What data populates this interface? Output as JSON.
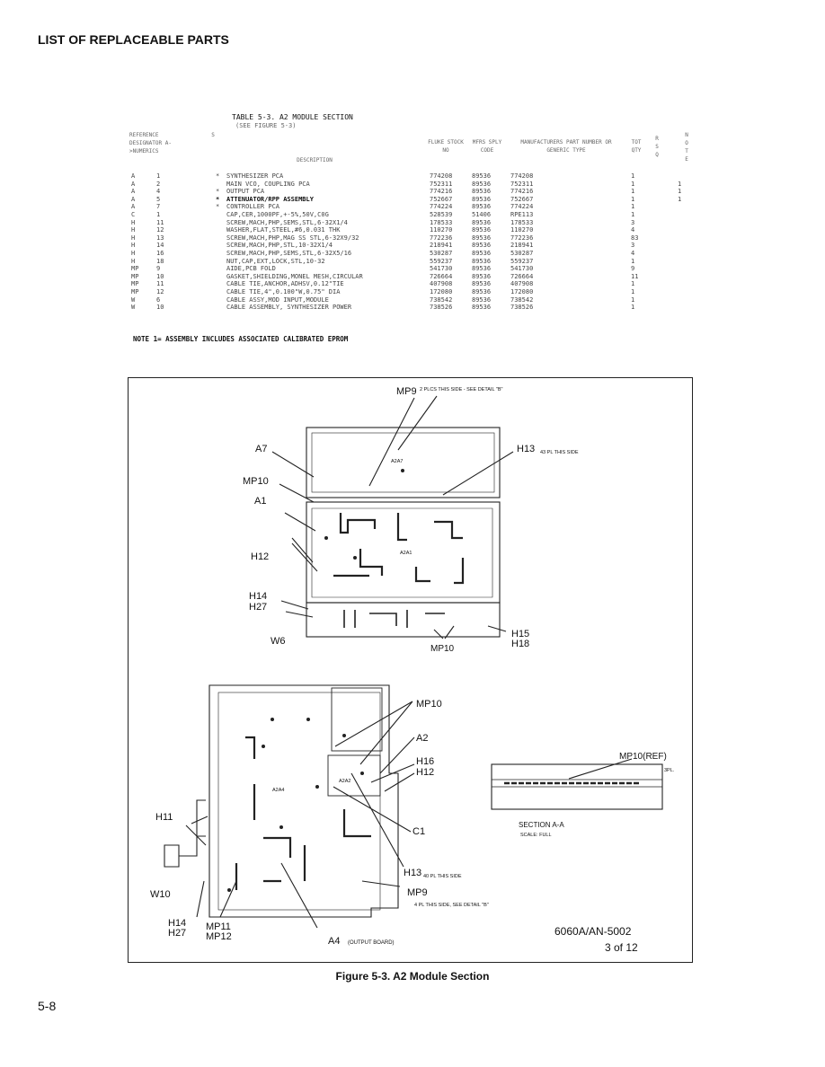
{
  "header": "LIST OF REPLACEABLE PARTS",
  "table": {
    "title": "TABLE 5-3. A2 MODULE SECTION",
    "subtitle": "(SEE FIGURE 5-3)",
    "columns": {
      "ref": "REFERENCE DESIGNATOR A->NUMERICS",
      "sd": "S",
      "desc": "DESCRIPTION",
      "stock": "FLUKE STOCK NO",
      "mfrs": "MFRS SPLY CODE",
      "mfr_part": "MANUFACTURERS PART NUMBER OR GENERIC TYPE",
      "qty": "TOT QTY",
      "rq": "R S Q",
      "note": "N O T E"
    },
    "rows": [
      {
        "ref": "A",
        "num": "1",
        "star": "*",
        "desc": "SYNTHESIZER PCA",
        "stock": "774208",
        "code": "89536",
        "mfr": "774208",
        "qty": "1",
        "n": ""
      },
      {
        "ref": "A",
        "num": "2",
        "star": "",
        "desc": "MAIN VCO, COUPLING PCA",
        "stock": "752311",
        "code": "89536",
        "mfr": "752311",
        "qty": "1",
        "n": "1"
      },
      {
        "ref": "A",
        "num": "4",
        "star": "*",
        "desc": "OUTPUT PCA",
        "stock": "774216",
        "code": "89536",
        "mfr": "774216",
        "qty": "1",
        "n": "1"
      },
      {
        "ref": "A",
        "num": "5",
        "star": "*",
        "desc": "ATTENUATOR/RPP ASSEMBLY",
        "stock": "752667",
        "code": "89536",
        "mfr": "752667",
        "qty": "1",
        "n": "1"
      },
      {
        "ref": "A",
        "num": "7",
        "star": "*",
        "desc": "CONTROLLER PCA",
        "stock": "774224",
        "code": "89536",
        "mfr": "774224",
        "qty": "1",
        "n": ""
      },
      {
        "ref": "C",
        "num": "1",
        "star": "",
        "desc": "CAP,CER,1000PF,+-5%,50V,C0G",
        "stock": "528539",
        "code": "51406",
        "mfr": "RPE113",
        "qty": "1",
        "n": ""
      },
      {
        "ref": "H",
        "num": "11",
        "star": "",
        "desc": "SCREW,MACH,PHP,SEMS,STL,6-32X1/4",
        "stock": "178533",
        "code": "89536",
        "mfr": "178533",
        "qty": "3",
        "n": ""
      },
      {
        "ref": "H",
        "num": "12",
        "star": "",
        "desc": "WASHER,FLAT,STEEL,#6,0.031 THK",
        "stock": "110270",
        "code": "89536",
        "mfr": "110270",
        "qty": "4",
        "n": ""
      },
      {
        "ref": "H",
        "num": "13",
        "star": "",
        "desc": "SCREW,MACH,PHP,MAG SS STL,6-32X9/32",
        "stock": "772236",
        "code": "89536",
        "mfr": "772236",
        "qty": "83",
        "n": ""
      },
      {
        "ref": "H",
        "num": "14",
        "star": "",
        "desc": "SCREW,MACH,PHP,STL,10-32X1/4",
        "stock": "218941",
        "code": "89536",
        "mfr": "218941",
        "qty": "3",
        "n": ""
      },
      {
        "ref": "H",
        "num": "16",
        "star": "",
        "desc": "SCREW,MACH,PHP,SEMS,STL,6-32X5/16",
        "stock": "530287",
        "code": "89536",
        "mfr": "530287",
        "qty": "4",
        "n": ""
      },
      {
        "ref": "H",
        "num": "18",
        "star": "",
        "desc": "NUT,CAP,EXT,LOCK,STL,10-32",
        "stock": "559237",
        "code": "89536",
        "mfr": "559237",
        "qty": "1",
        "n": ""
      },
      {
        "ref": "MP",
        "num": "9",
        "star": "",
        "desc": "AIDE,PCB FOLD",
        "stock": "541730",
        "code": "89536",
        "mfr": "541730",
        "qty": "9",
        "n": ""
      },
      {
        "ref": "MP",
        "num": "10",
        "star": "",
        "desc": "GASKET,SHIELDING,MONEL MESH,CIRCULAR",
        "stock": "726664",
        "code": "89536",
        "mfr": "726664",
        "qty": "11",
        "n": ""
      },
      {
        "ref": "MP",
        "num": "11",
        "star": "",
        "desc": "CABLE TIE,ANCHOR,ADHSV,0.12\"TIE",
        "stock": "407908",
        "code": "89536",
        "mfr": "407908",
        "qty": "1",
        "n": ""
      },
      {
        "ref": "MP",
        "num": "12",
        "star": "",
        "desc": "CABLE TIE,4\",0.100\"W,0.75\" DIA",
        "stock": "172080",
        "code": "89536",
        "mfr": "172080",
        "qty": "1",
        "n": ""
      },
      {
        "ref": "W",
        "num": "6",
        "star": "",
        "desc": "CABLE ASSY,MOD INPUT,MODULE",
        "stock": "738542",
        "code": "89536",
        "mfr": "738542",
        "qty": "1",
        "n": ""
      },
      {
        "ref": "W",
        "num": "10",
        "star": "",
        "desc": "CABLE ASSEMBLY, SYNTHESIZER POWER",
        "stock": "738526",
        "code": "89536",
        "mfr": "738526",
        "qty": "1",
        "n": ""
      }
    ],
    "note": "NOTE 1= ASSEMBLY INCLUDES ASSOCIATED CALIBRATED EPROM"
  },
  "figure": {
    "top_callouts": {
      "mp9": "MP9",
      "mp9_note": "2 PLCS THIS SIDE - SEE DETAIL \"B\"",
      "a7": "A7",
      "h13": "H13",
      "h13_note": "43 PL THIS SIDE",
      "mp10": "MP10",
      "a1": "A1",
      "h12": "H12",
      "h14": "H14",
      "h27": "H27",
      "w6": "W6",
      "mp10b": "MP10",
      "h15": "H15",
      "h18": "H18",
      "a2a7": "A2A7",
      "a2a1": "A2A1"
    },
    "bottom_callouts": {
      "mp10": "MP10",
      "a2": "A2",
      "h16": "H16",
      "h12": "H12",
      "c1": "C1",
      "h13": "H13",
      "h13_note": "40 PL THIS SIDE",
      "mp9": "MP9",
      "mp9_note": "4 PL THIS SIDE, SEE DETAIL \"B\"",
      "a4": "A4",
      "a4_note": "(OUTPUT BOARD)",
      "h11": "H11",
      "w10": "W10",
      "h14": "H14",
      "h27": "H27",
      "mp11": "MP11",
      "mp12": "MP12",
      "a2a4": "A2A4",
      "a2a2": "A2A2"
    },
    "section": {
      "mp10ref": "MP10(REF)",
      "mp10ref_note": "3PL.",
      "title": "SECTION A-A",
      "scale": "SCALE: FULL"
    },
    "doc_id": "6060A/AN-5002",
    "page_of": "3 of 12"
  },
  "caption": "Figure 5-3. A2 Module Section",
  "page_number": "5-8"
}
